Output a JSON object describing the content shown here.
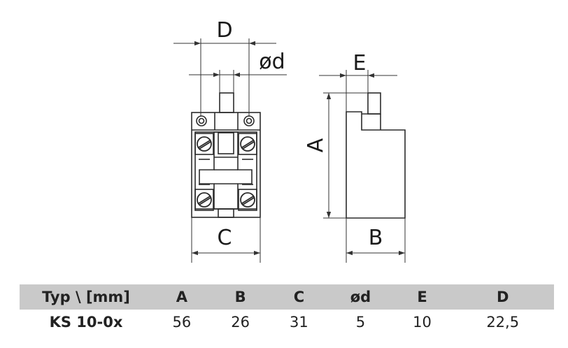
{
  "labels": {
    "D": "D",
    "od": "ød",
    "E": "E",
    "A": "A",
    "C": "C",
    "B": "B"
  },
  "table": {
    "headers": [
      "Typ \\ [mm]",
      "A",
      "B",
      "C",
      "ød",
      "E",
      "D"
    ],
    "row": [
      "KS 10-0x",
      "56",
      "26",
      "31",
      "5",
      "10",
      "22,5"
    ]
  }
}
